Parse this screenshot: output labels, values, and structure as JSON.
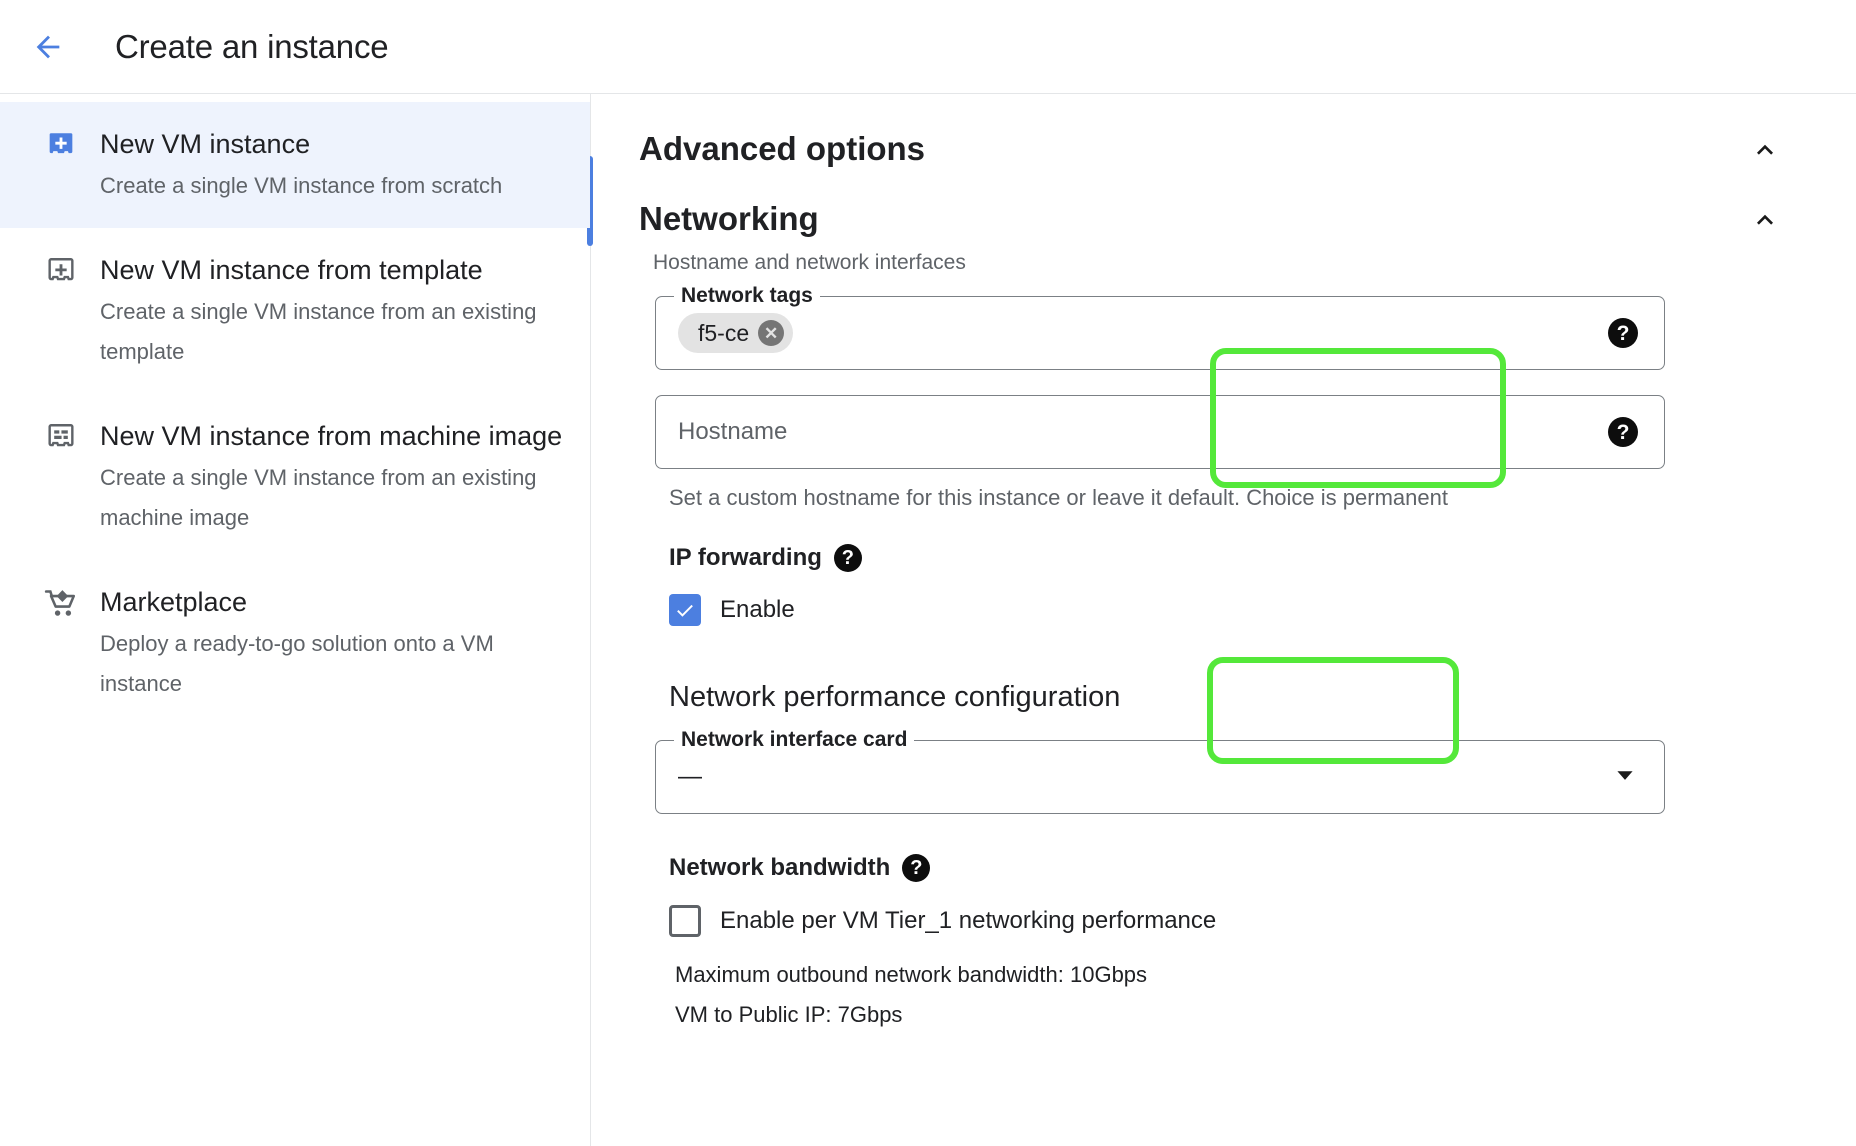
{
  "header": {
    "back_icon": "arrow-left-icon",
    "title": "Create an instance"
  },
  "sidebar": {
    "items": [
      {
        "icon": "vm-instance-icon",
        "title": "New VM instance",
        "desc": "Create a single VM instance from scratch",
        "selected": true
      },
      {
        "icon": "vm-template-icon",
        "title": "New VM instance from template",
        "desc": "Create a single VM instance from an existing template",
        "selected": false
      },
      {
        "icon": "machine-image-icon",
        "title": "New VM instance from machine image",
        "desc": "Create a single VM instance from an existing machine image",
        "selected": false
      },
      {
        "icon": "marketplace-cart-icon",
        "title": "Marketplace",
        "desc": "Deploy a ready-to-go solution onto a VM instance",
        "selected": false
      }
    ]
  },
  "main": {
    "advanced_options": {
      "title": "Advanced options",
      "collapse_icon": "chevron-up-icon"
    },
    "networking": {
      "title": "Networking",
      "collapse_icon": "chevron-up-icon",
      "subtitle": "Hostname and network interfaces",
      "network_tags": {
        "label": "Network tags",
        "chips": [
          {
            "text": "f5-ce",
            "remove_icon": "close-circle-icon"
          }
        ],
        "help_icon": "help-icon"
      },
      "hostname": {
        "label": "Hostname",
        "placeholder": "Hostname",
        "value": "",
        "help_icon": "help-icon",
        "helper_text": "Set a custom hostname for this instance or leave it default. Choice is permanent"
      },
      "ip_forwarding": {
        "label": "IP forwarding",
        "help_icon": "help-icon",
        "checkbox_label": "Enable",
        "checked": true
      }
    },
    "network_performance": {
      "title": "Network performance configuration",
      "nic": {
        "label": "Network interface card",
        "value": "—",
        "dropdown_icon": "chevron-down-filled-icon"
      },
      "bandwidth": {
        "label": "Network bandwidth",
        "help_icon": "help-icon",
        "checkbox_label": "Enable per VM Tier_1 networking performance",
        "checked": false,
        "stats": [
          "Maximum outbound network bandwidth: 10Gbps",
          "VM to Public IP: 7Gbps"
        ]
      }
    }
  },
  "annotations": {
    "highlight_color": "#54e83a",
    "boxes": [
      "network-tags-highlight",
      "ip-forwarding-highlight"
    ]
  },
  "colors": {
    "accent_blue": "#4c7fe0",
    "selected_bg": "#eef3fd",
    "text_secondary": "#5f6368"
  }
}
